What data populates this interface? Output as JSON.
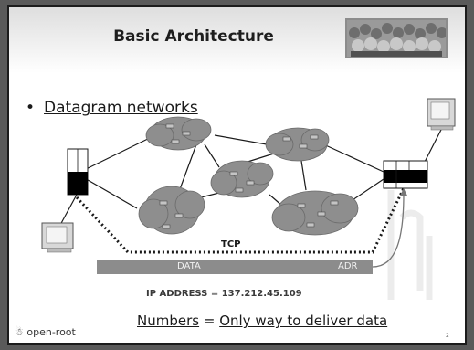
{
  "title": "Basic Architecture",
  "bullet": "Datagram networks",
  "diagram": {
    "tcp_label": "TCP",
    "packet": {
      "data_label": "DATA",
      "adr_label": "ADR"
    },
    "ip_address": "IP ADDRESS = 137.212.45.109"
  },
  "footer": {
    "numbers_word": "Numbers",
    "equals": " = ",
    "only_way": "Only way to deliver data",
    "logo_text": "open-root",
    "page_number": "2"
  },
  "colors": {
    "cloud": "#8e8e8e",
    "router": "#000000",
    "bar": "#8c8c8c",
    "link": "#1a1a1a"
  },
  "icons": [
    "crowd-photo",
    "computer-left-icon",
    "computer-right-icon",
    "open-root-logo-icon",
    "watermark-icon"
  ]
}
